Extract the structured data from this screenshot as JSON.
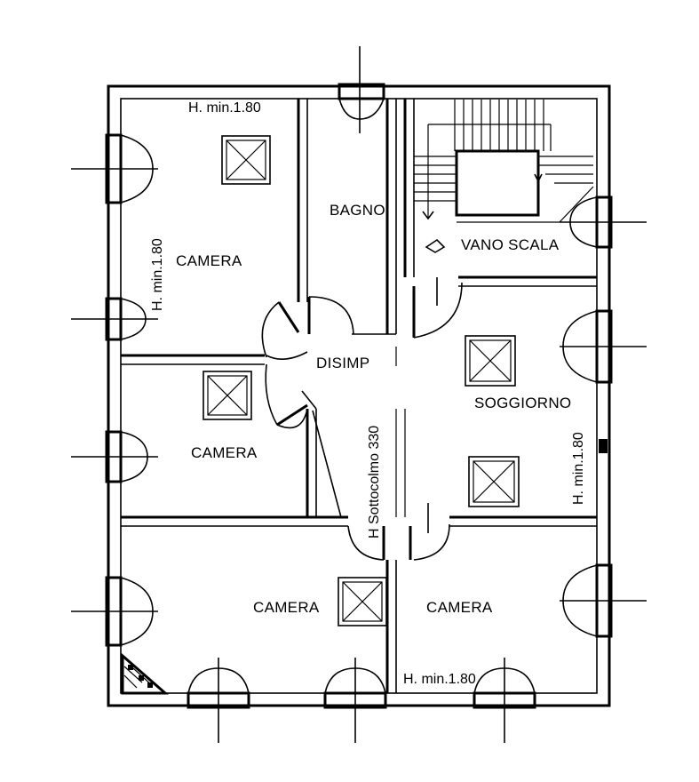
{
  "rooms": {
    "camera_top_left": "CAMERA",
    "bagno": "BAGNO",
    "vano_scala": "VANO SCALA",
    "camera_mid_left": "CAMERA",
    "disimp": "DISIMP",
    "soggiorno": "SOGGIORNO",
    "camera_bottom_left": "CAMERA",
    "camera_bottom_right": "CAMERA"
  },
  "heights": {
    "top": "H. min.1.80",
    "left_vertical": "H. min.1.80",
    "right_vertical": "H. min.1.80",
    "bottom_right": "H. min.1.80",
    "sottocolmo": "H Sottocolmo 330"
  },
  "symbols": {
    "skylight_icon": "skylight-cross-box",
    "window_icon": "window-casement",
    "door_icon": "door-swing-arc"
  }
}
